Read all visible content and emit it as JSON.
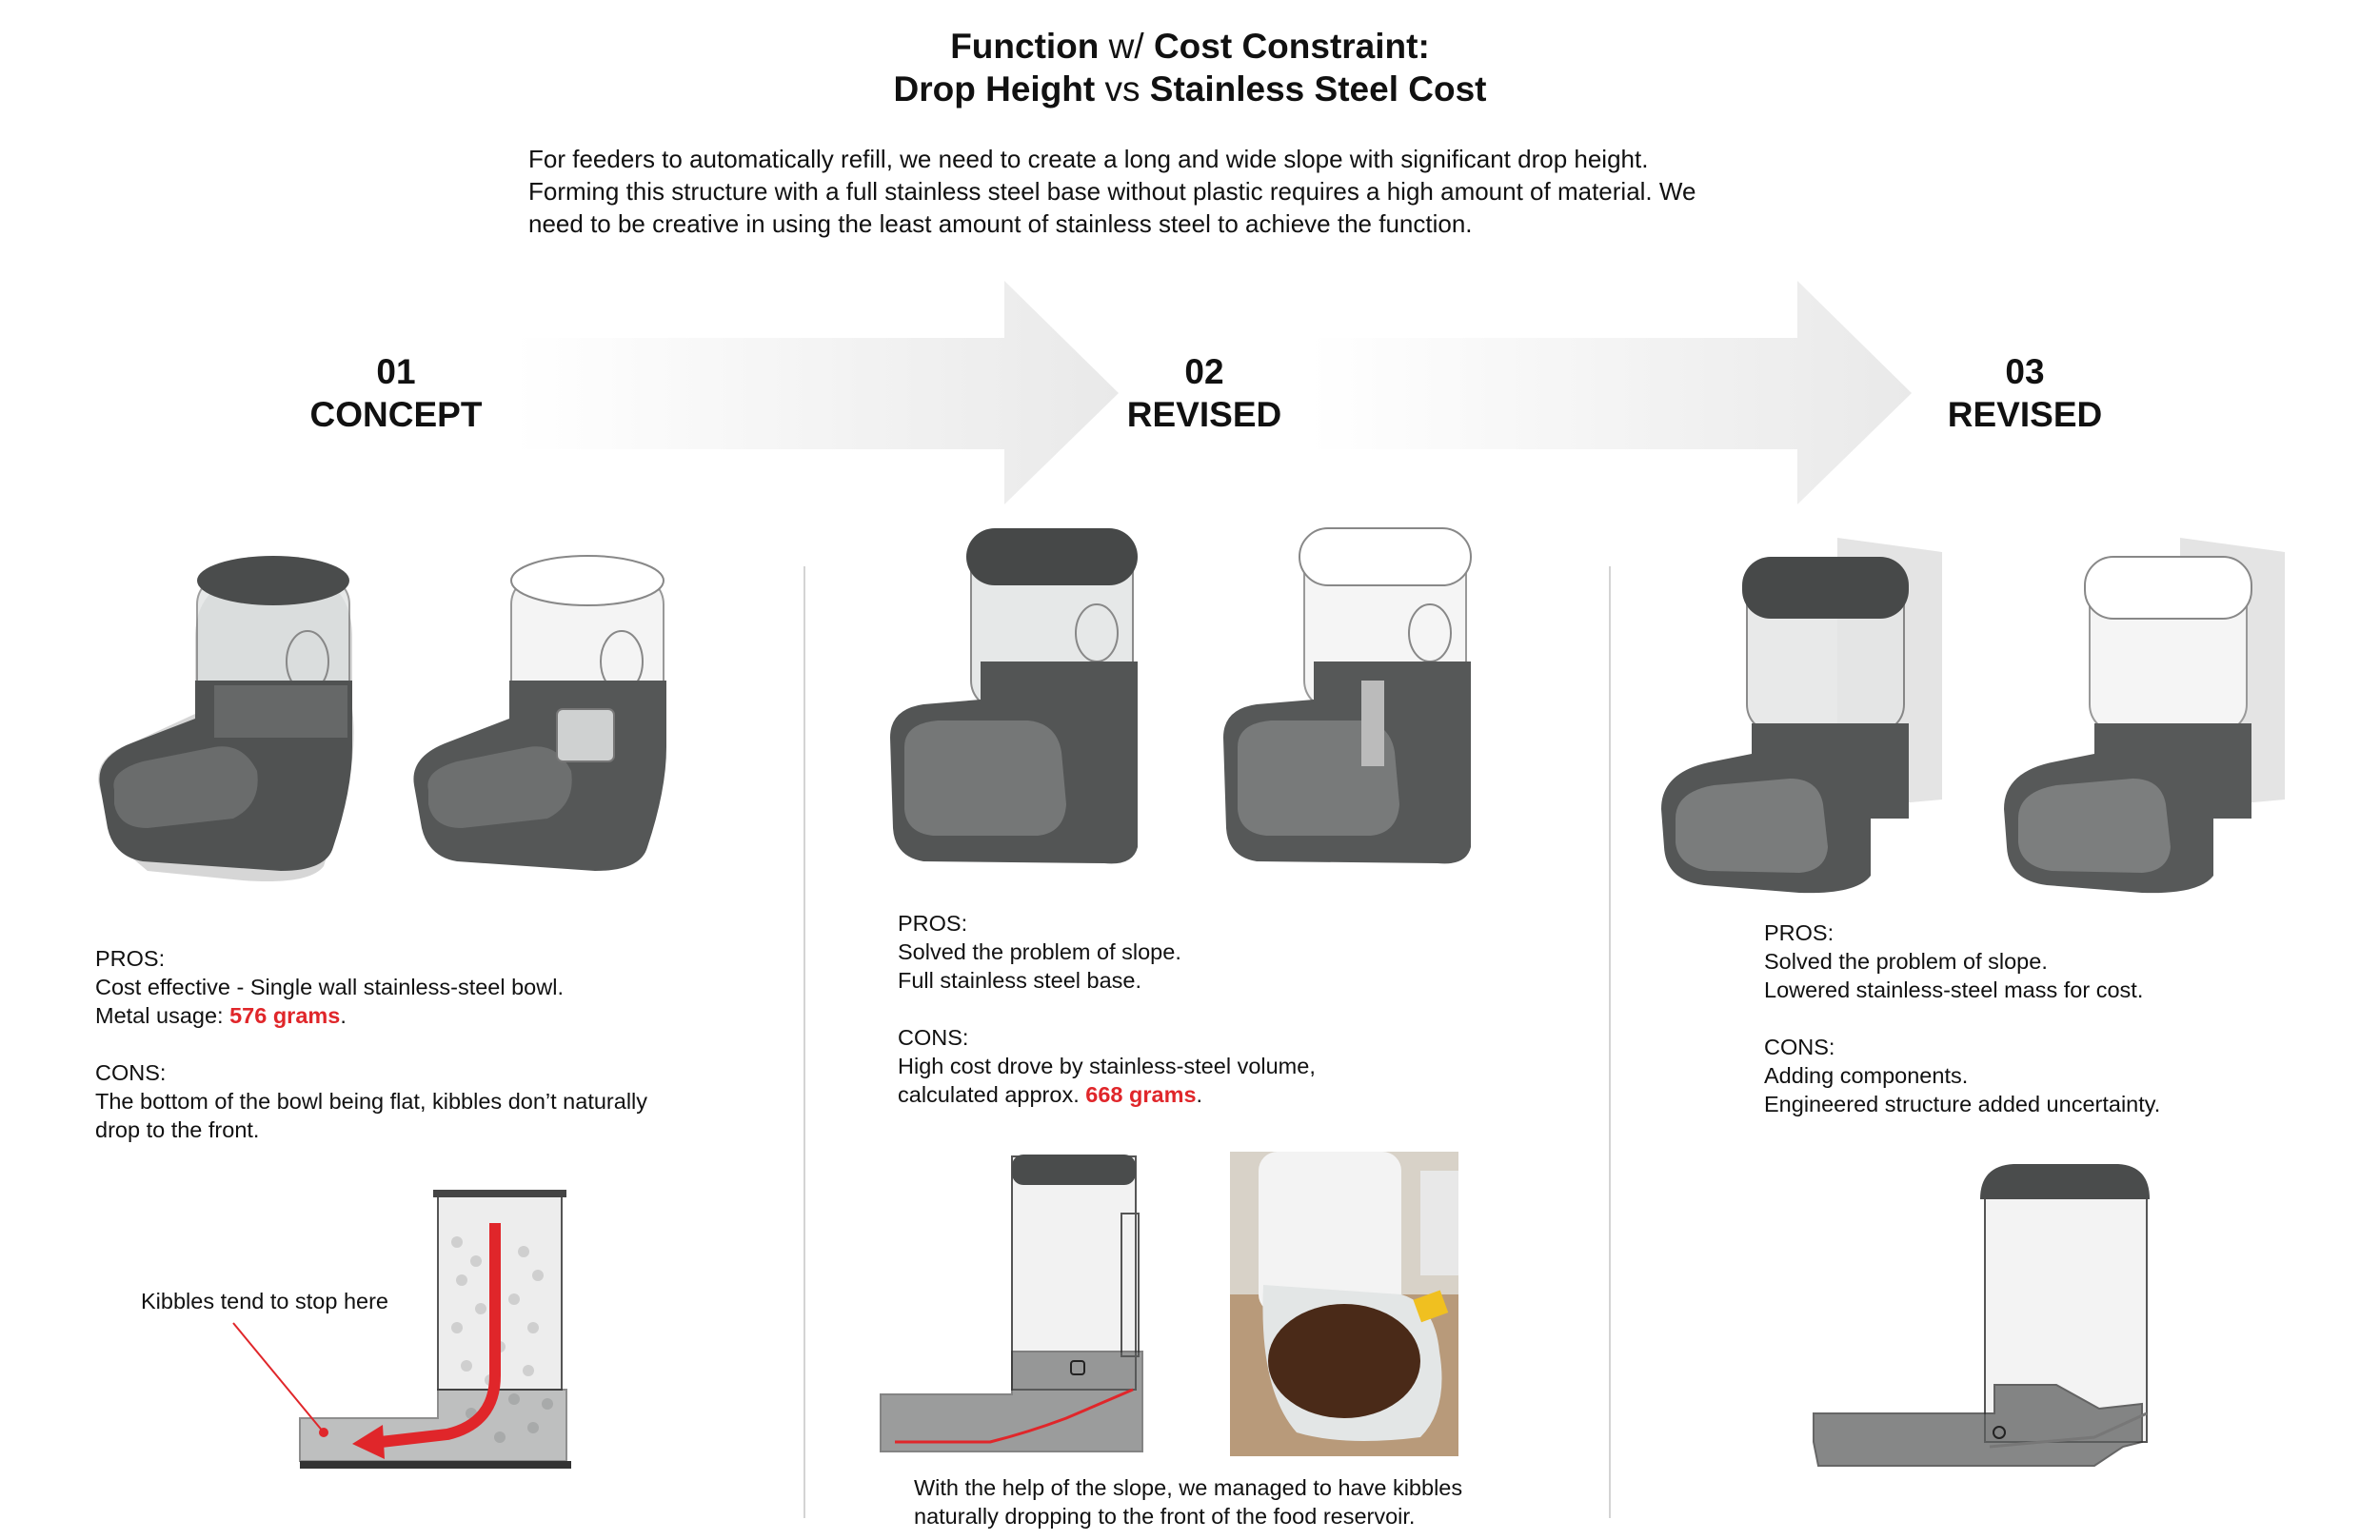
{
  "title": {
    "line1_a": "Function",
    "line1_b": "w/",
    "line1_c": "Cost Constraint:",
    "line2_a": "Drop Height",
    "line2_b": "vs",
    "line2_c": "Stainless Steel Cost"
  },
  "intro": [
    "For feeders to automatically refill, we need to create a long and wide slope with significant drop height.",
    "Forming this structure with a full stainless steel base without plastic requires a high amount of material. We",
    "need to be creative in using the least amount of stainless steel to achieve the function."
  ],
  "steps": [
    {
      "number": "01",
      "label": "CONCEPT",
      "pros_heading": "PROS:",
      "pros": [
        "Cost effective - Single wall stainless-steel bowl."
      ],
      "metal_prefix": "Metal usage: ",
      "metal_value": "576 grams",
      "metal_suffix": ".",
      "cons_heading": "CONS:",
      "cons": [
        "The bottom of the bowl being flat, kibbles don’t naturally",
        "drop to the front."
      ],
      "callout": "Kibbles tend to stop here"
    },
    {
      "number": "02",
      "label": "REVISED",
      "pros_heading": "PROS:",
      "pros": [
        "Solved the problem of slope.",
        "Full stainless steel base."
      ],
      "cons_heading": "CONS:",
      "cons": [
        "High cost drove by stainless-steel volume,"
      ],
      "cost_prefix": "calculated approx. ",
      "cost_value": "668 grams",
      "cost_suffix": ".",
      "caption": [
        "With the help of the slope, we managed to have kibbles",
        "naturally dropping to the front of the food reservoir."
      ]
    },
    {
      "number": "03",
      "label": "REVISED",
      "pros_heading": "PROS:",
      "pros": [
        "Solved the problem of slope.",
        "Lowered stainless-steel mass for cost."
      ],
      "cons_heading": "CONS:",
      "cons": [
        "Adding components.",
        "Engineered structure added uncertainty."
      ]
    }
  ],
  "colors": {
    "accent_red": "#e0262a",
    "steel_dark": "#4a4c4c",
    "arrow_light": "#ececec"
  }
}
